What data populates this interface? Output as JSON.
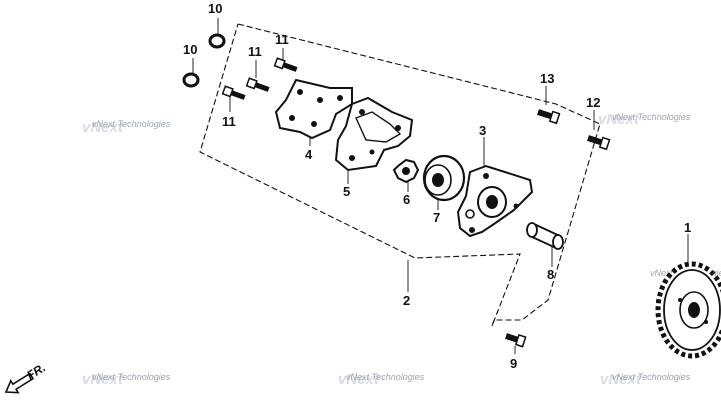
{
  "callouts": {
    "c1": "1",
    "c2": "2",
    "c3": "3",
    "c4": "4",
    "c5": "5",
    "c6": "6",
    "c7": "7",
    "c8": "8",
    "c9": "9",
    "c10a": "10",
    "c10b": "10",
    "c11a": "11",
    "c11b": "11",
    "c11c": "11",
    "c12": "12",
    "c13": "13"
  },
  "watermarks": {
    "w1": "vNext Technologies",
    "w2": "vNext Technologies",
    "w3": "vNext Technologies",
    "w4": "vNext Technologies",
    "w5": "vNext Technologies",
    "w6": "vNext Technologies"
  },
  "direction": {
    "label": "FR."
  },
  "colors": {
    "line": "#111111",
    "watermark": "#9aa3b4"
  }
}
